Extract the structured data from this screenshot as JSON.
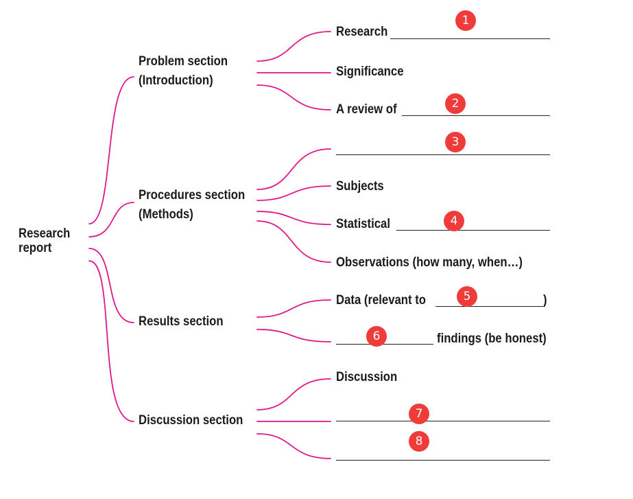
{
  "root": {
    "line1": "Research",
    "line2": "report"
  },
  "sections": {
    "problem": {
      "line1": "Problem section",
      "line2": "(Introduction)"
    },
    "procedures": {
      "line1": "Procedures section",
      "line2": "(Methods)"
    },
    "results": {
      "line1": "Results section"
    },
    "discussion": {
      "line1": "Discussion section"
    }
  },
  "items": {
    "research": "Research",
    "significance": "Significance",
    "review": "A review of",
    "subjects": "Subjects",
    "statistical": "Statistical",
    "observations": "Observations (how many, when…)",
    "data_prefix": "Data (relevant to",
    "data_suffix": ")",
    "findings": "findings (be honest)",
    "discussion": "Discussion"
  },
  "badges": [
    "1",
    "2",
    "3",
    "4",
    "5",
    "6",
    "7",
    "8"
  ],
  "colors": {
    "connector": "#e0168a",
    "badge": "#ef3b39"
  }
}
